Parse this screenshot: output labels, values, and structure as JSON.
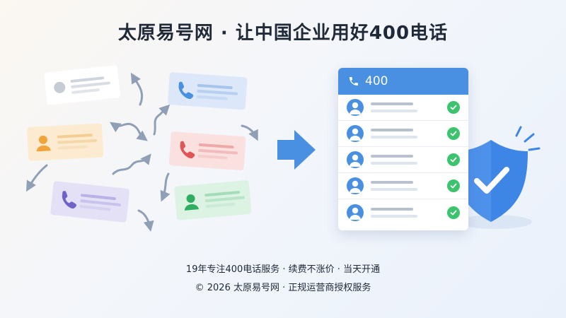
{
  "header": {
    "title": "太原易号网 · 让中国企业用好400电话"
  },
  "panel": {
    "number": "400",
    "rows": 5
  },
  "footer": {
    "line1": "19年专注400电话服务 · 续费不涨价 · 当天开通",
    "line2": "© 2026 太原易号网 · 正规运营商授权服务"
  },
  "colors": {
    "brand_blue": "#4a90e2",
    "check_green": "#3cc36e",
    "shield_blue": "#3d86e6"
  },
  "icons": {
    "panel_header": "phone-icon",
    "row": "user-avatar-icon",
    "status": "check-icon",
    "badge": "shield-check-icon",
    "flow": "arrow-right-icon"
  }
}
